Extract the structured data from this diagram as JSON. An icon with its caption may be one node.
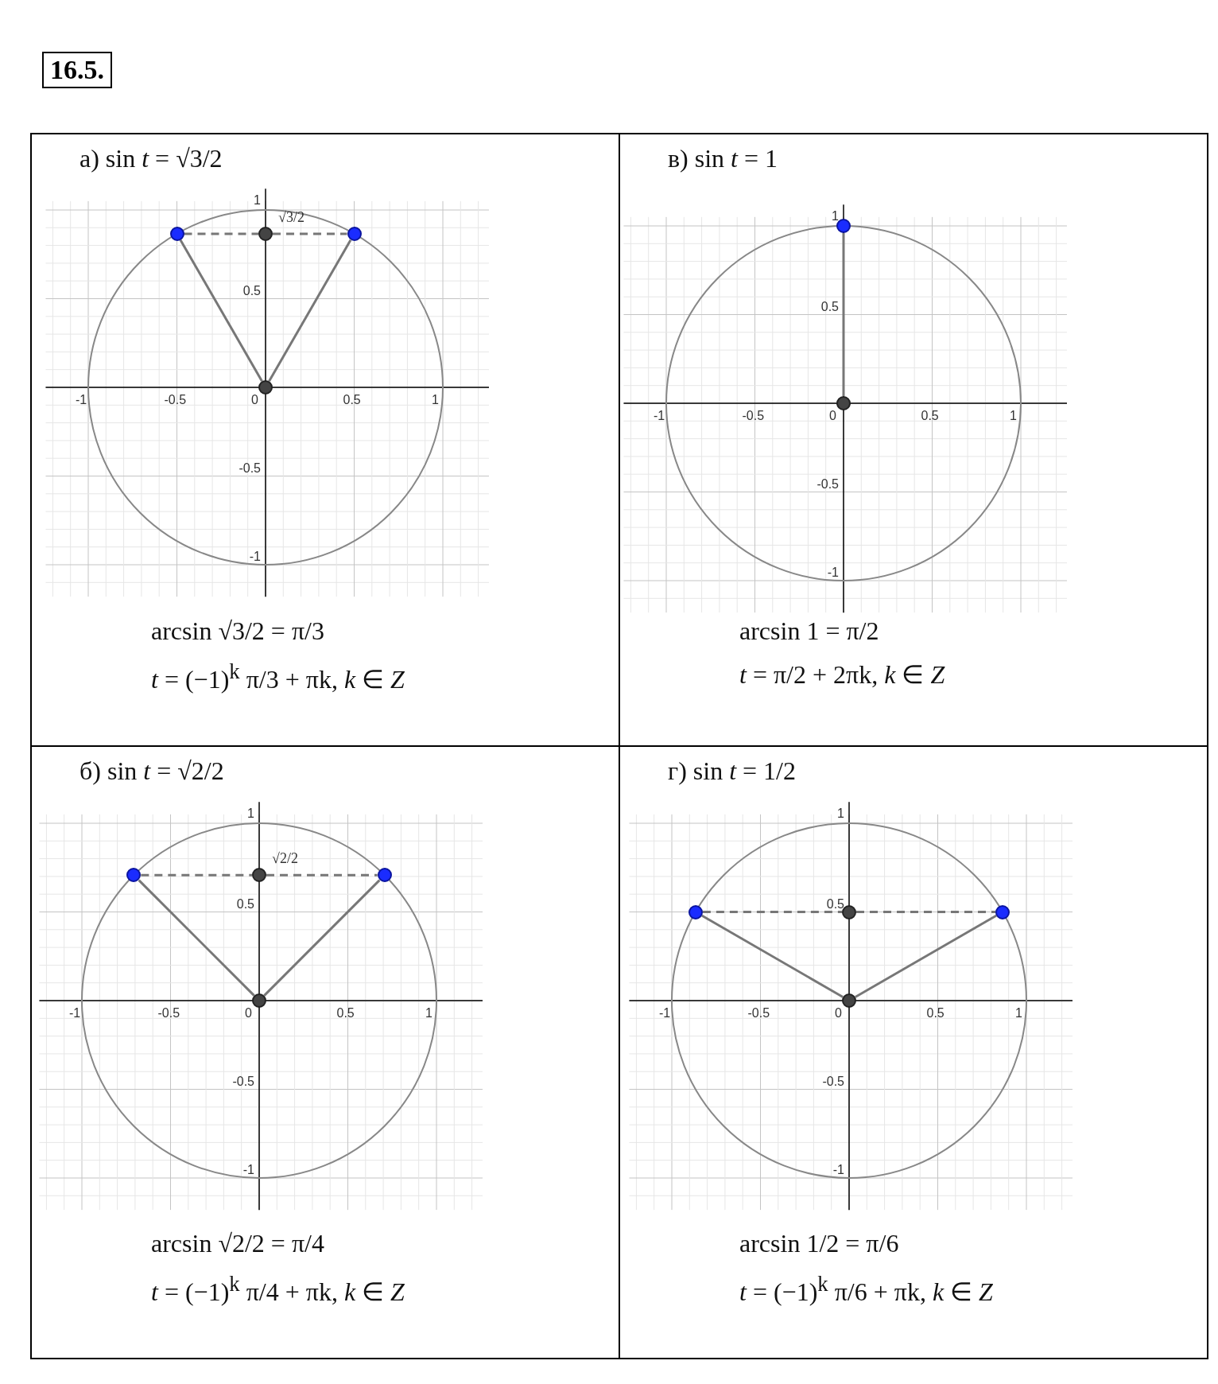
{
  "diagram": {
    "title": "16.5.",
    "nodes": [
      {
        "text": [
          "а) sin *t* = √3/2",
          "arcsin √3/2 = π/3",
          "*t* = (−1)$^{k}$ π/3 + πk, *k* ∈ *Z*"
        ]
      },
      {
        "text": [
          "в) sin *t* = 1",
          "arcsin 1 = π/2",
          "*t* = π/2 + 2πk, *k* ∈ *Z*"
        ]
      },
      {
        "text": [
          "б) sin *t* = √2/2",
          "arcsin √2/2 = π/4",
          "*t* = (−1)$^{k}$ π/4 + πk, *k* ∈ *Z*"
        ]
      },
      {
        "text": [
          "г) sin *t* = 1/2",
          "arcsin 1/2 = π/6",
          "*t* = (−1)$^{k}$ π/6 + πk, *k* ∈ *Z*"
        ]
      },
      {
        "text": [],
        "shape": "circle",
        "in": 0
      },
      {
        "text": [],
        "shape": "circle",
        "in": 0
      },
      {
        "text": [],
        "shape": "circle",
        "in": 0
      },
      {
        "text": [],
        "shape": "circle",
        "in": 0
      },
      {
        "text": [],
        "shape": "circle",
        "in": 1
      },
      {
        "text": [],
        "shape": "circle",
        "in": 1
      },
      {
        "text": [],
        "shape": "circle",
        "in": 2
      },
      {
        "text": [],
        "shape": "circle",
        "in": 2
      },
      {
        "text": [],
        "shape": "circle",
        "in": 2
      },
      {
        "text": [],
        "shape": "circle",
        "in": 2
      },
      {
        "text": [],
        "shape": "circle",
        "in": 3
      },
      {
        "text": [],
        "shape": "circle",
        "in": 3
      },
      {
        "text": [],
        "shape": "circle",
        "in": 3
      },
      {
        "text": [],
        "shape": "circle",
        "in": 3
      }
    ],
    "edges": [
      {
        "from": 4,
        "to": 5,
        "arrow": "none",
        "style": "dashed"
      },
      {
        "from": 5,
        "to": 6,
        "arrow": "none",
        "style": "dashed"
      },
      {
        "from": 7,
        "to": 4,
        "arrow": "none"
      },
      {
        "from": 7,
        "to": 6,
        "arrow": "none"
      },
      {
        "from": 9,
        "to": 8,
        "arrow": "none"
      },
      {
        "from": 10,
        "to": 11,
        "arrow": "none",
        "style": "dashed"
      },
      {
        "from": 11,
        "to": 12,
        "arrow": "none",
        "style": "dashed"
      },
      {
        "from": 13,
        "to": 10,
        "arrow": "none"
      },
      {
        "from": 13,
        "to": 12,
        "arrow": "none"
      },
      {
        "from": 14,
        "to": 15,
        "arrow": "none",
        "style": "dashed"
      },
      {
        "from": 15,
        "to": 16,
        "arrow": "none",
        "style": "dashed"
      },
      {
        "from": 17,
        "to": 14,
        "arrow": "none"
      },
      {
        "from": 17,
        "to": 16,
        "arrow": "none"
      }
    ],
    "labels": [
      "1",
      "√3/2",
      "0.5",
      "-1",
      "-0.5",
      "0",
      "0.5",
      "1",
      "-0.5",
      "-1",
      "1",
      "0.5",
      "-1",
      "-0.5",
      "0",
      "0.5",
      "1",
      "-0.5",
      "-1",
      "1",
      "√2/2",
      "0.5",
      "-1",
      "-0.5",
      "0",
      "0.5",
      "1",
      "-0.5",
      "-1",
      "1",
      "0.5",
      "-1",
      "-0.5",
      "0",
      "0.5",
      "1",
      "-0.5",
      "-1"
    ]
  }
}
